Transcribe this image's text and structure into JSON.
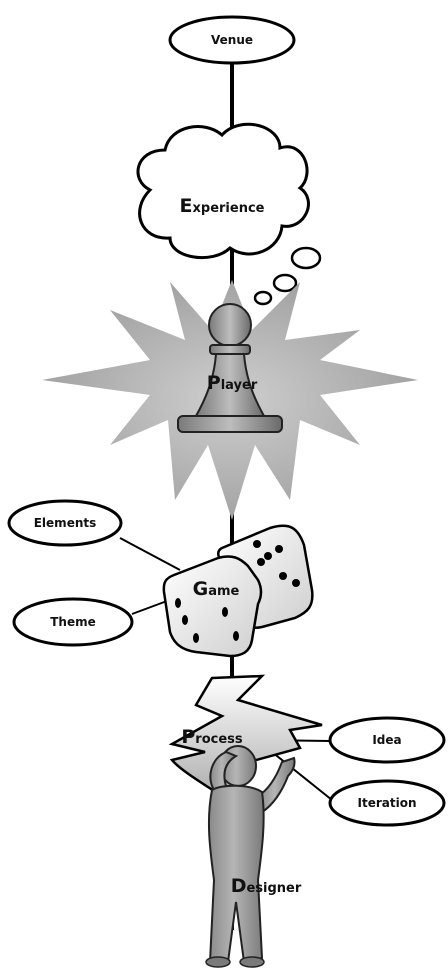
{
  "diagram": {
    "nodes": {
      "venue": "Venue",
      "experience": {
        "first": "E",
        "rest": "xperience"
      },
      "player": {
        "first": "P",
        "rest": "layer"
      },
      "elements": "Elements",
      "game": {
        "first": "G",
        "rest": "ame"
      },
      "theme": "Theme",
      "process": {
        "first": "P",
        "rest": "rocess"
      },
      "idea": "Idea",
      "iteration": "Iteration",
      "designer": {
        "first": "D",
        "rest": "esigner"
      }
    }
  }
}
